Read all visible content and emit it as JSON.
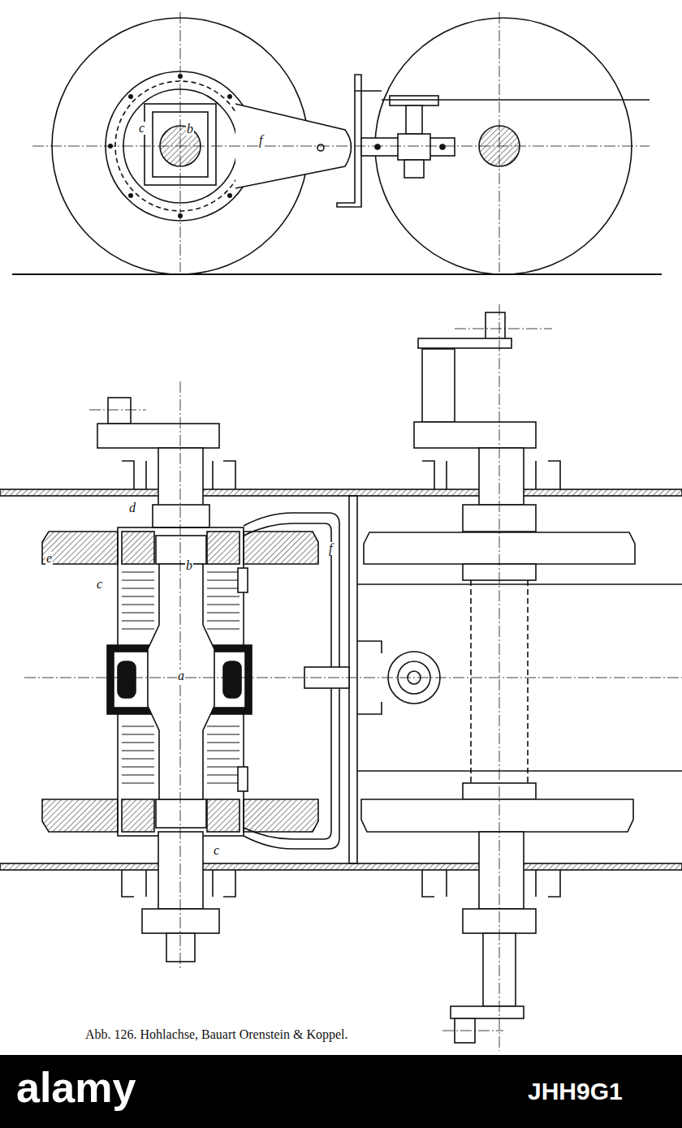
{
  "diagram": {
    "caption": "Abb. 126. Hohlachse, Bauart Orenstein & Koppel.",
    "labels": [
      "c",
      "b",
      "f",
      "d",
      "e",
      "c",
      "b",
      "a",
      "f",
      "c",
      "alamy",
      "JHH9G1"
    ]
  }
}
